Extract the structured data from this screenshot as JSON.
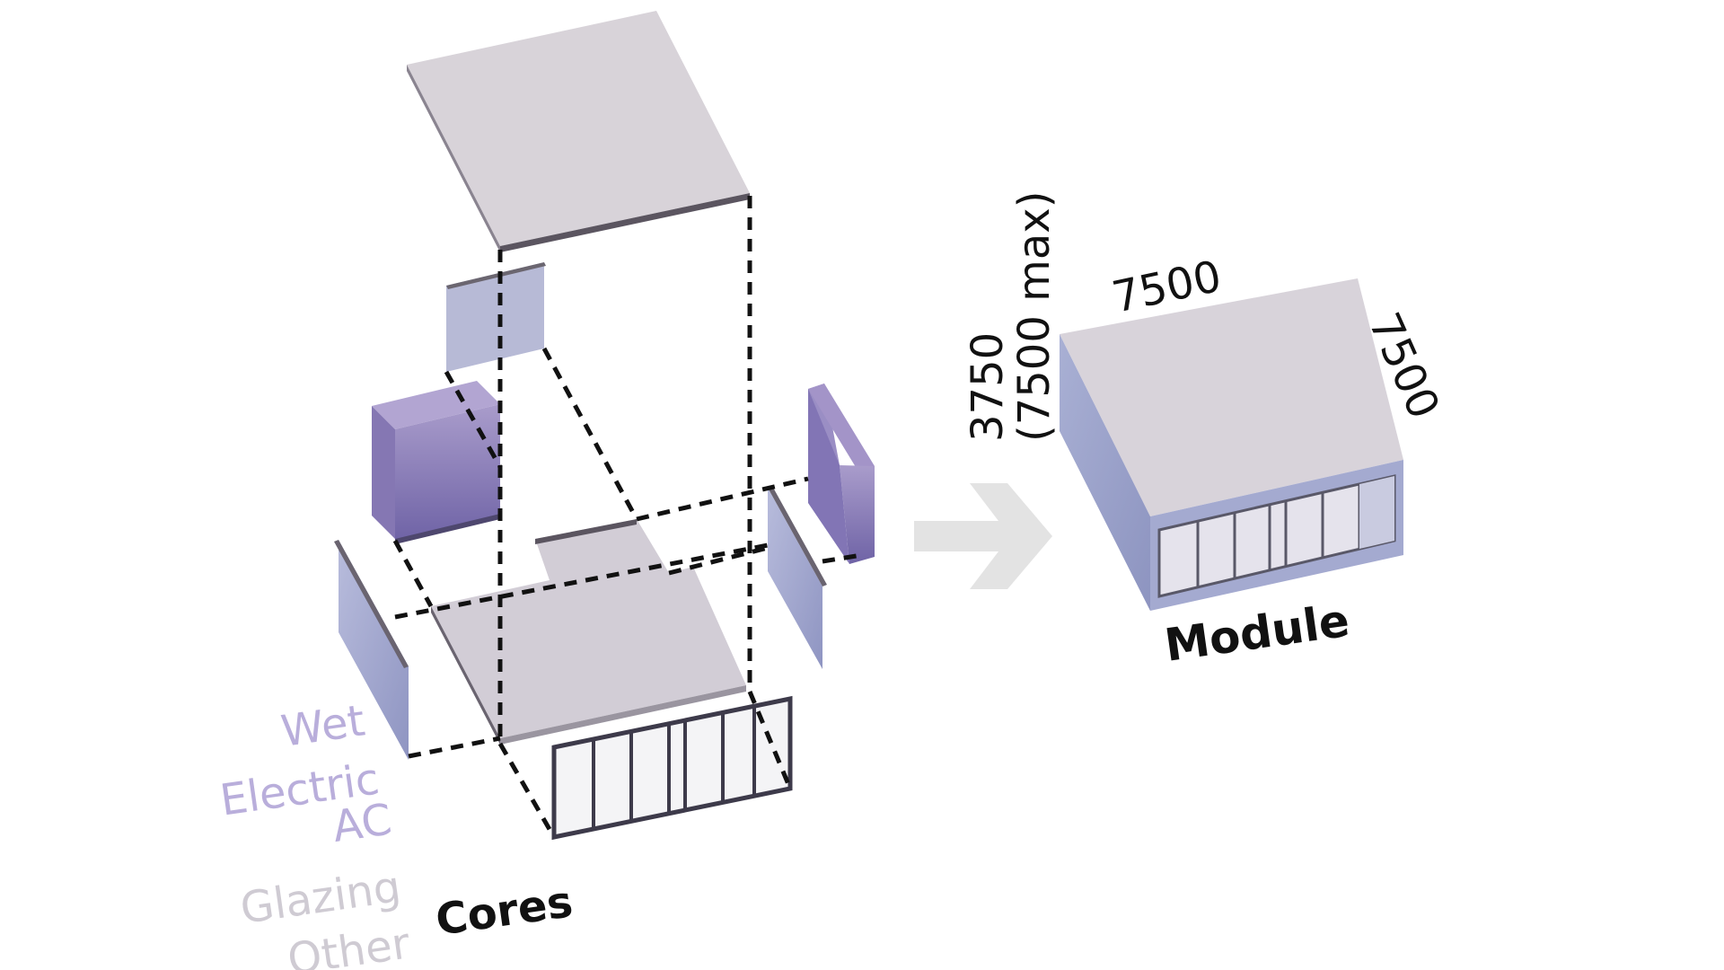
{
  "legend": {
    "items": [
      {
        "label": "Wet",
        "color": "#b9aedb"
      },
      {
        "label": "Electric",
        "color": "#b9aedb"
      },
      {
        "label": "AC",
        "color": "#b9aedb"
      },
      {
        "label": "Glazing",
        "color": "#cfcbd3"
      },
      {
        "label": "Other",
        "color": "#cfcbd3"
      }
    ],
    "group_label": "Cores"
  },
  "module": {
    "label": "Module",
    "width_label": "7500",
    "depth_label": "7500",
    "height_label": "3750",
    "height_max_label": "(7500 max)"
  },
  "colors": {
    "slab": "#d7d2d9",
    "slab_edge": "#5b5560",
    "wall": "#a9aed0",
    "core_front": "#7b6fae",
    "core_top": "#a99ccb",
    "arrow": "#e3e3e3",
    "text_dark": "#111111"
  }
}
